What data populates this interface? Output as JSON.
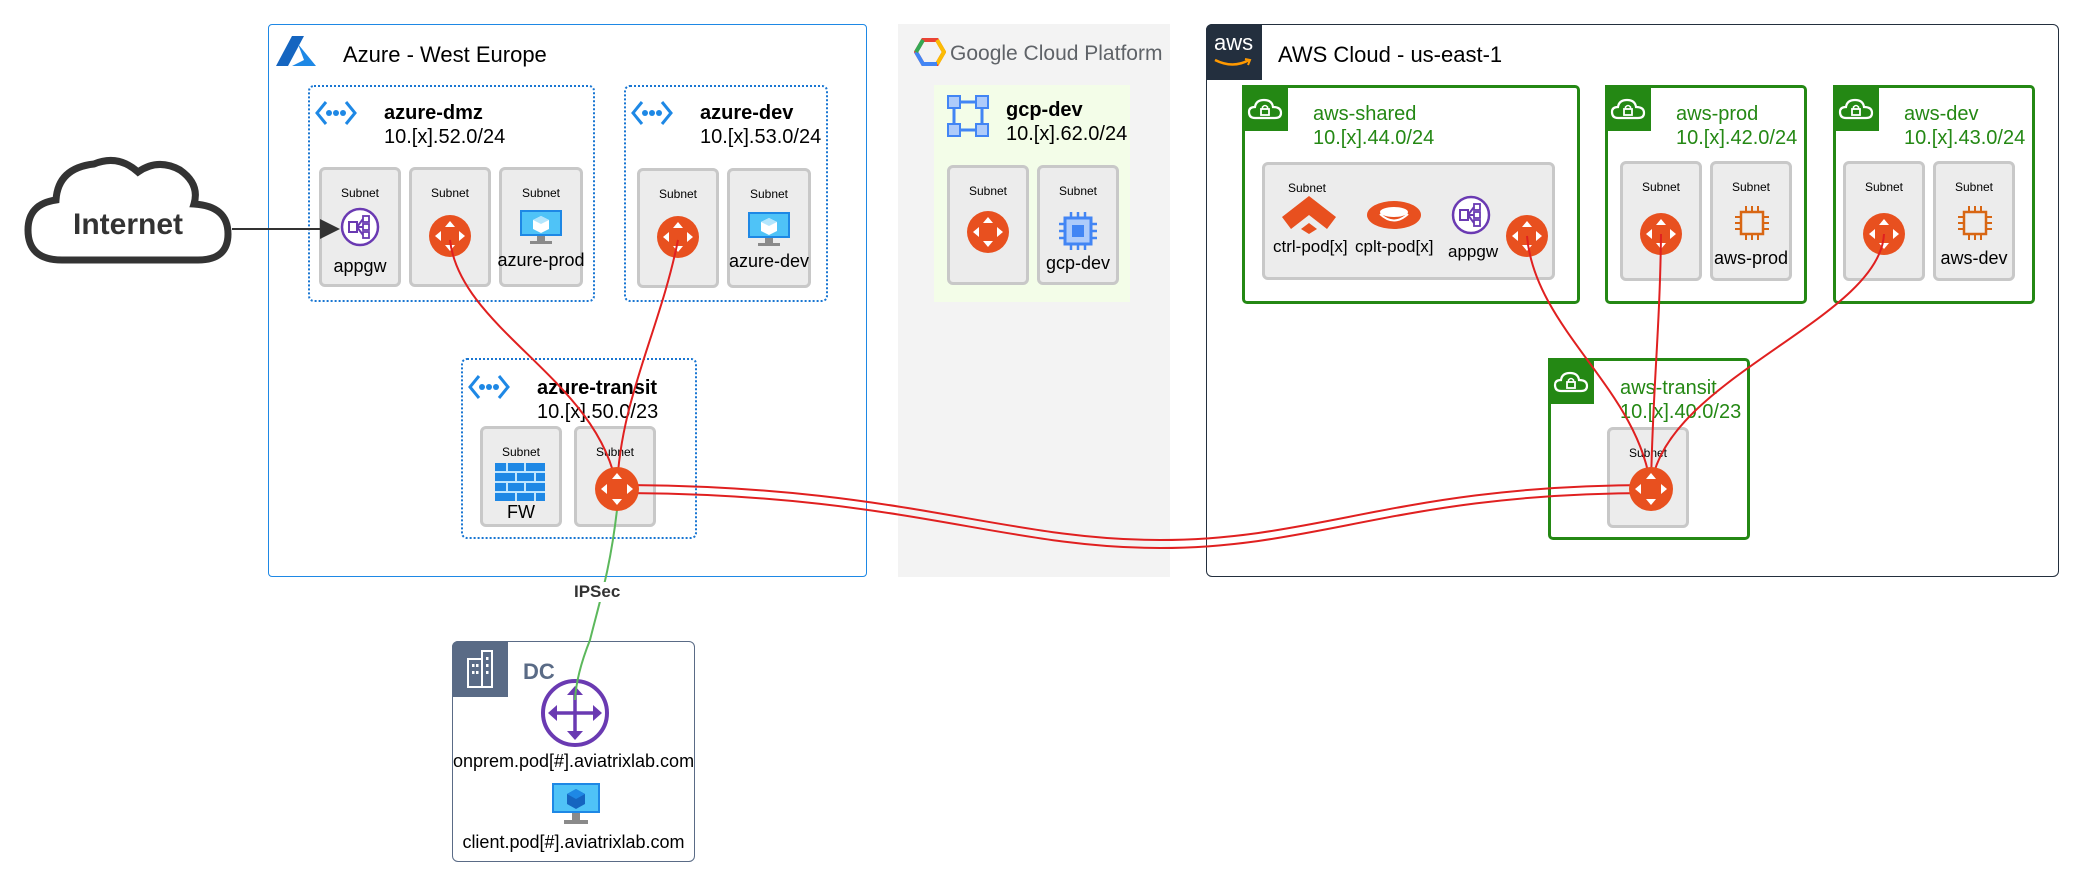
{
  "internet": {
    "label": "Internet"
  },
  "azure": {
    "title": "Azure - West Europe",
    "dmz": {
      "name": "azure-dmz",
      "cidr": "10.[x].52.0/24",
      "subnets": [
        {
          "label": "Subnet",
          "node": "appgw"
        },
        {
          "label": "Subnet",
          "node": ""
        },
        {
          "label": "Subnet",
          "node": "azure-prod"
        }
      ]
    },
    "dev": {
      "name": "azure-dev",
      "cidr": "10.[x].53.0/24",
      "subnets": [
        {
          "label": "Subnet",
          "node": ""
        },
        {
          "label": "Subnet",
          "node": "azure-dev"
        }
      ]
    },
    "transit": {
      "name": "azure-transit",
      "cidr": "10.[x].50.0/23",
      "subnets": [
        {
          "label": "Subnet",
          "node": "FW"
        },
        {
          "label": "Subnet",
          "node": ""
        }
      ]
    }
  },
  "gcp": {
    "brand_google": "Google",
    "brand_rest": " Cloud Platform",
    "vpc": {
      "name": "gcp-dev",
      "cidr": "10.[x].62.0/24",
      "subnets": [
        {
          "label": "Subnet",
          "node": ""
        },
        {
          "label": "Subnet",
          "node": "gcp-dev"
        }
      ]
    }
  },
  "aws": {
    "title": "AWS Cloud - us-east-1",
    "logo_text": "aws",
    "shared": {
      "name": "aws-shared",
      "cidr": "10.[x].44.0/24",
      "subnet_label": "Subnet",
      "nodes": [
        "ctrl-pod[x]",
        "cplt-pod[x]",
        "appgw"
      ]
    },
    "prod": {
      "name": "aws-prod",
      "cidr": "10.[x].42.0/24",
      "subnets": [
        {
          "label": "Subnet",
          "node": ""
        },
        {
          "label": "Subnet",
          "node": "aws-prod"
        }
      ]
    },
    "dev": {
      "name": "aws-dev",
      "cidr": "10.[x].43.0/24",
      "subnets": [
        {
          "label": "Subnet",
          "node": ""
        },
        {
          "label": "Subnet",
          "node": "aws-dev"
        }
      ]
    },
    "transit": {
      "name": "aws-transit",
      "cidr": "10.[x].40.0/23",
      "subnet_label": "Subnet"
    }
  },
  "dc": {
    "title": "DC",
    "router_label": "onprem.pod[#].aviatrixlab.com",
    "client_label": "client.pod[#].aviatrixlab.com"
  },
  "link_labels": {
    "ipsec": "IPSec"
  },
  "colors": {
    "azure": "#1e88e5",
    "aws_vpc": "#248814",
    "gateway": "#e8501f",
    "link_red": "#e02020",
    "ipsec_green": "#5cb85c",
    "dc": "#5a6b86"
  }
}
